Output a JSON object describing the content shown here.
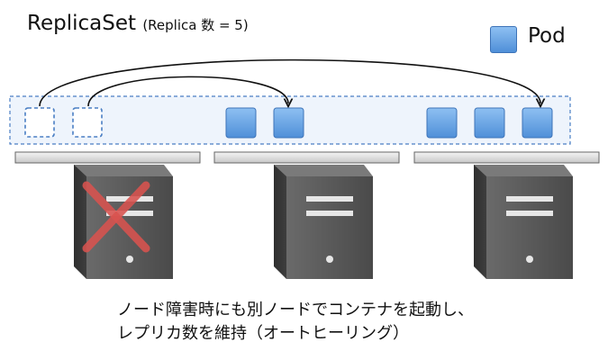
{
  "title": {
    "main": "ReplicaSet",
    "sub": "(Replica 数 = 5)"
  },
  "legend": {
    "label": "Pod",
    "color": "#5b9be0"
  },
  "caption": {
    "line1": "ノード障害時にも別ノードでコンテナを起動し、",
    "line2": "レプリカ数を維持（オートヒーリング）"
  },
  "nodes": [
    {
      "status": "failed",
      "pods": 2,
      "pod_state": "missing"
    },
    {
      "status": "healthy",
      "pods": 2,
      "pod_state": "running"
    },
    {
      "status": "healthy",
      "pods": 3,
      "pod_state": "running"
    }
  ],
  "colors": {
    "replicaset_border": "#4a7ec4",
    "pod_fill": "#5b9be0",
    "failure_mark": "#d9534f",
    "server_body": "#555555"
  }
}
